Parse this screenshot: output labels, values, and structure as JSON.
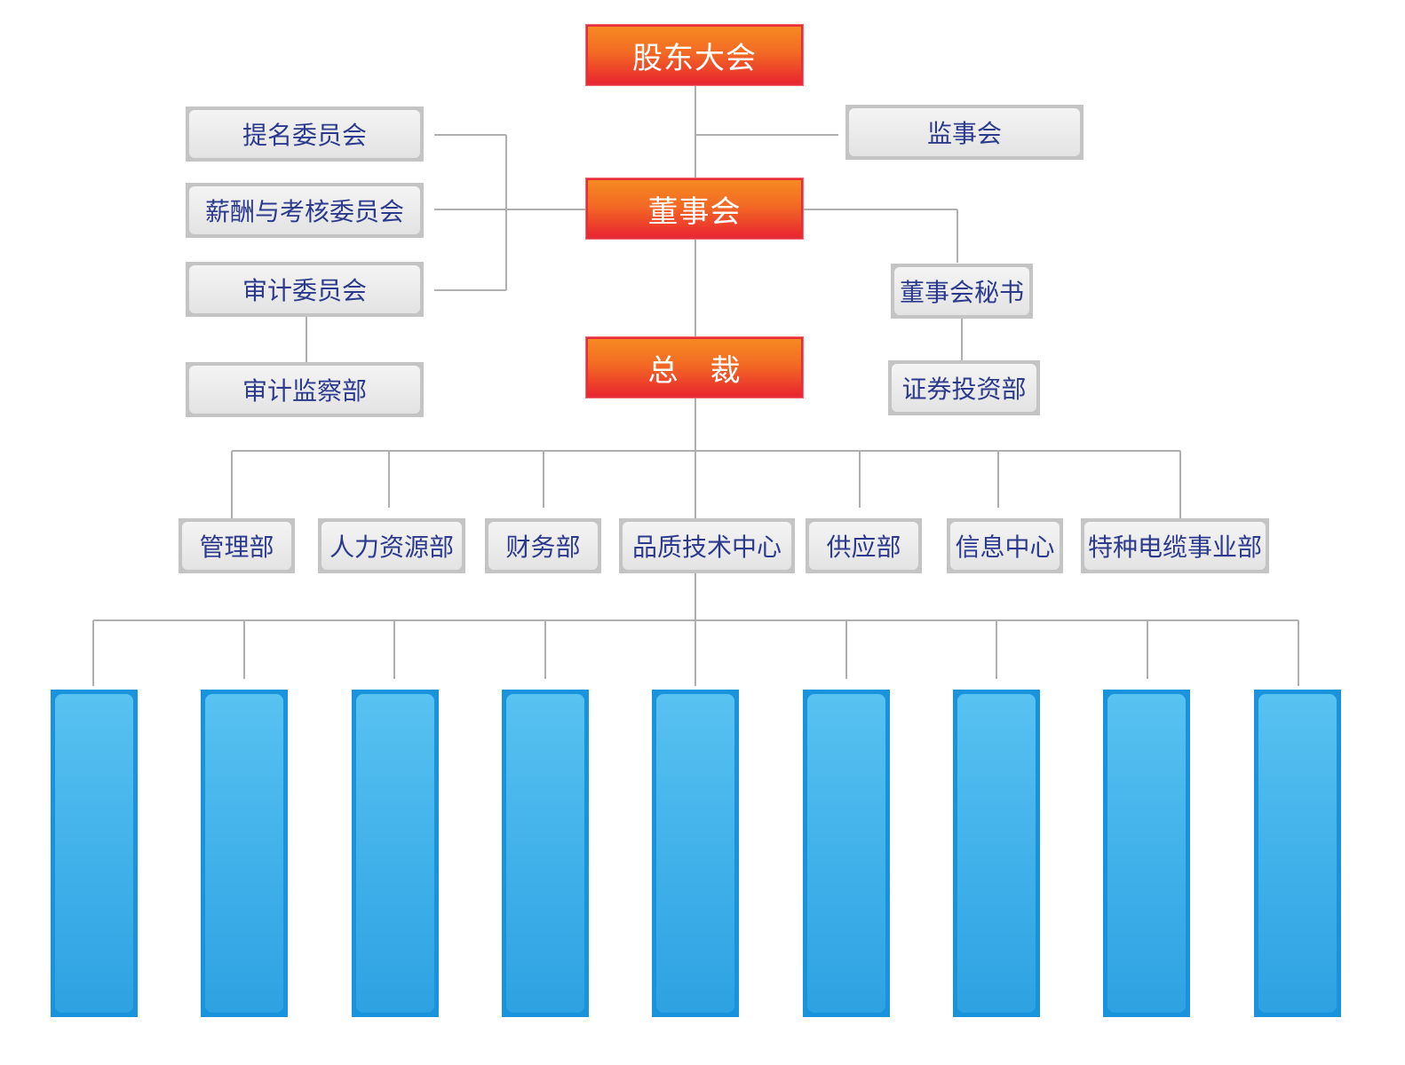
{
  "top": {
    "shareholders": "股东大会",
    "board": "董事会",
    "ceo": "总　裁"
  },
  "committees": {
    "nomination": "提名委员会",
    "compensation": "薪酬与考核委员会",
    "audit": "审计委员会",
    "audit_dept": "审计监察部"
  },
  "right": {
    "supervisory": "监事会",
    "board_secretary": "董事会秘书",
    "securities_dept": "证券投资部"
  },
  "departments": [
    "管理部",
    "人力资源部",
    "财务部",
    "品质技术中心",
    "供应部",
    "信息中心",
    "特种电缆事业部"
  ],
  "subsidiaries_count": 9,
  "colors": {
    "red": "#e8262f",
    "orange": "#f58a21",
    "gray_text": "#2b3a8c",
    "blue": "#1a93dd",
    "line": "#b0b0b0"
  }
}
